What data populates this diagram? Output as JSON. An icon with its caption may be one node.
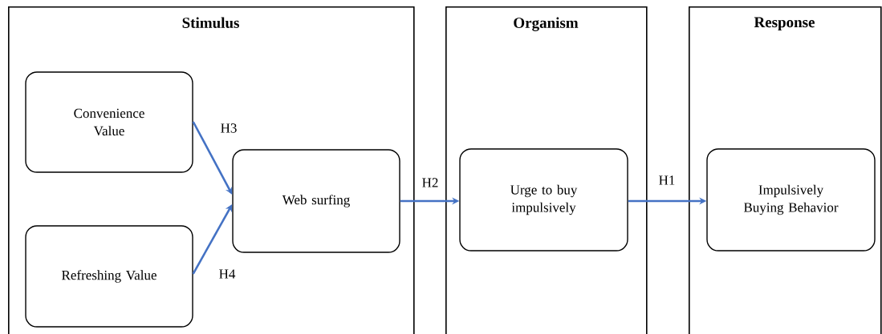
{
  "diagram": {
    "nodes": [
      {
        "text": [
          "Stimulus"
        ]
      },
      {
        "text": [
          "Convenience Value"
        ],
        "in": 0
      },
      {
        "text": [
          "Refreshing Value"
        ],
        "in": 0
      },
      {
        "text": [
          "Web surfing"
        ],
        "in": 0
      },
      {
        "text": [
          "Organism"
        ]
      },
      {
        "text": [
          "Urge to buy impulsively"
        ],
        "in": 4
      },
      {
        "text": [
          "Response"
        ]
      },
      {
        "text": [
          "Impulsively Buying Behavior"
        ],
        "in": 6
      }
    ],
    "edges": [
      {
        "from": 1,
        "to": 3,
        "arrow": "to",
        "label": "H3"
      },
      {
        "from": 2,
        "to": 3,
        "arrow": "to",
        "label": "H4"
      },
      {
        "from": 3,
        "to": 5,
        "arrow": "to",
        "label": "H2"
      },
      {
        "from": 5,
        "to": 7,
        "arrow": "to",
        "label": "H1"
      }
    ]
  }
}
